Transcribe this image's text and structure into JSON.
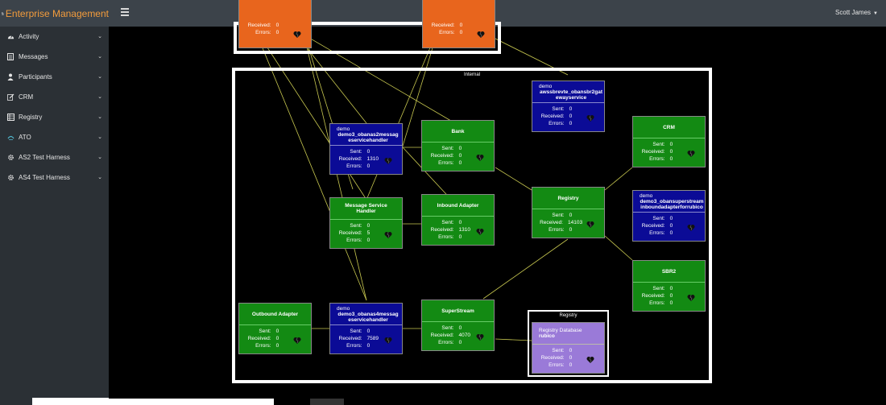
{
  "app": {
    "title": "Enterprise Management",
    "brand_color": "#f39c3c"
  },
  "user": {
    "name": "Scott James"
  },
  "sidebar": {
    "items": [
      {
        "label": "Activity",
        "icon": "dashboard-icon"
      },
      {
        "label": "Messages",
        "icon": "list-icon"
      },
      {
        "label": "Participants",
        "icon": "user-icon"
      },
      {
        "label": "CRM",
        "icon": "pencil-icon"
      },
      {
        "label": "Registry",
        "icon": "database-icon"
      },
      {
        "label": "ATO",
        "icon": "ato-logo-icon"
      },
      {
        "label": "AS2 Test Harness",
        "icon": "gear-icon"
      },
      {
        "label": "AS4 Test Harness",
        "icon": "gear-icon"
      }
    ]
  },
  "labels": {
    "sent": "Sent:",
    "received": "Received:",
    "errors": "Errors:"
  },
  "groups": {
    "internal": "Internal",
    "registry": "Registry"
  },
  "colors": {
    "green": "#138a13",
    "blue": "#0b0b96",
    "orange": "#e8651d",
    "purple": "#9a7ad8",
    "edge": "#c8c850"
  },
  "nodes": {
    "orange_left": {
      "received": "0",
      "errors": "0"
    },
    "orange_right": {
      "received": "0",
      "errors": "0"
    },
    "awss": {
      "sub": "demo",
      "name": "awssbrevte_obansbr2gatewayservice",
      "sent": "0",
      "received": "0",
      "errors": "0"
    },
    "crm": {
      "name": "CRM",
      "sent": "0",
      "received": "0",
      "errors": "0"
    },
    "demo3_ms": {
      "sub": "demo",
      "name": "demo3_obanas2messageservicehandler",
      "sent": "0",
      "received": "1310",
      "errors": "0"
    },
    "bank": {
      "name": "Bank",
      "sent": "0",
      "received": "0",
      "errors": "0"
    },
    "registry": {
      "name": "Registry",
      "sent": "0",
      "received": "14103",
      "errors": "0"
    },
    "demo3_super": {
      "sub": "demo",
      "name": "demo3_obansuperstreaminboundadapterforrubico",
      "sent": "0",
      "received": "0",
      "errors": "0"
    },
    "msh": {
      "name": "Message Service Handler",
      "sent": "0",
      "received": "5",
      "errors": "0"
    },
    "inbound": {
      "name": "Inbound Adapter",
      "sent": "0",
      "received": "1310",
      "errors": "0"
    },
    "sbr2": {
      "name": "SBR2",
      "sent": "0",
      "received": "0",
      "errors": "0"
    },
    "outbound": {
      "name": "Outbound Adapter",
      "sent": "0",
      "received": "0",
      "errors": "0"
    },
    "demo3_as4": {
      "sub": "demo",
      "name": "demo3_obanas4messageservicehandler",
      "sent": "0",
      "received": "7589",
      "errors": "0"
    },
    "superstream": {
      "name": "SuperStream",
      "sent": "0",
      "received": "4070",
      "errors": "0"
    },
    "regdb": {
      "sub": "Registry Database",
      "name": "rubico",
      "sent": "0",
      "received": "0",
      "errors": "0"
    }
  }
}
